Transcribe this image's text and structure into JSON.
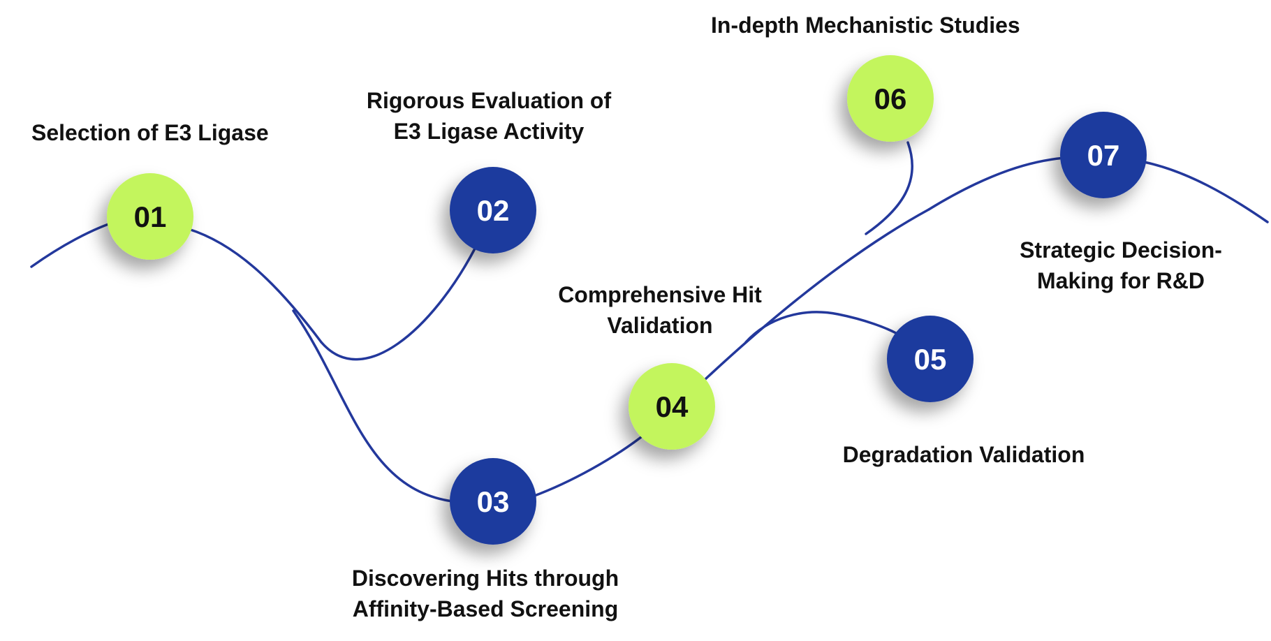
{
  "colors": {
    "line": "#23389c",
    "dark": "#1f3b9e",
    "accent": "#c3f55d",
    "text": "#111111",
    "num_on_accent": "#111111",
    "num_on_dark": "#ffffff"
  },
  "steps": [
    {
      "num": "01",
      "lines": [
        "Selection of E3 Ligase"
      ],
      "style": "accent"
    },
    {
      "num": "02",
      "lines": [
        "Rigorous Evaluation of",
        "E3 Ligase Activity"
      ],
      "style": "dark"
    },
    {
      "num": "03",
      "lines": [
        "Discovering Hits through",
        "Affinity-Based Screening"
      ],
      "style": "dark"
    },
    {
      "num": "04",
      "lines": [
        "Comprehensive Hit",
        "Validation"
      ],
      "style": "accent"
    },
    {
      "num": "05",
      "lines": [
        "Degradation Validation"
      ],
      "style": "dark"
    },
    {
      "num": "06",
      "lines": [
        "In-depth Mechanistic Studies"
      ],
      "style": "accent"
    },
    {
      "num": "07",
      "lines": [
        "Strategic Decision-",
        "Making for R&D"
      ],
      "style": "dark"
    }
  ]
}
